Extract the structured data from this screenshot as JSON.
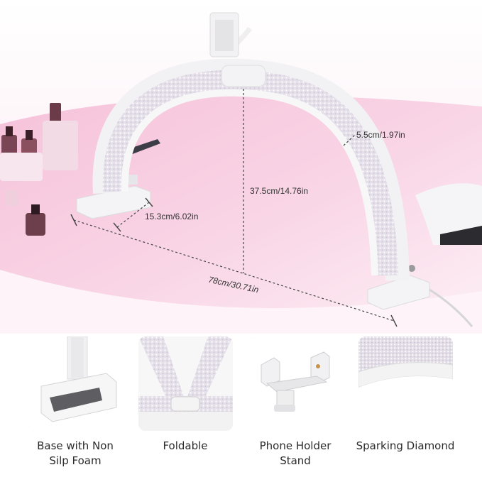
{
  "dimensions": {
    "light_width": "5.5cm/1.97in",
    "height": "37.5cm/14.76in",
    "base_length": "15.3cm/6.02in",
    "span_width": "78cm/30.71in"
  },
  "features": [
    {
      "label_line1": "Base with Non",
      "label_line2": "Silp Foam",
      "icon": "base-foam-image"
    },
    {
      "label_line1": "Foldable",
      "label_line2": "",
      "icon": "foldable-joint-image"
    },
    {
      "label_line1": "Phone Holder",
      "label_line2": "Stand",
      "icon": "phone-holder-image"
    },
    {
      "label_line1": "Sparking Diamond",
      "label_line2": "",
      "icon": "diamond-strip-image"
    }
  ],
  "colors": {
    "background_pink": "#f7c9dd",
    "lamp_white": "#f4f4f4",
    "diamond_strip": "#e7e2ea"
  }
}
